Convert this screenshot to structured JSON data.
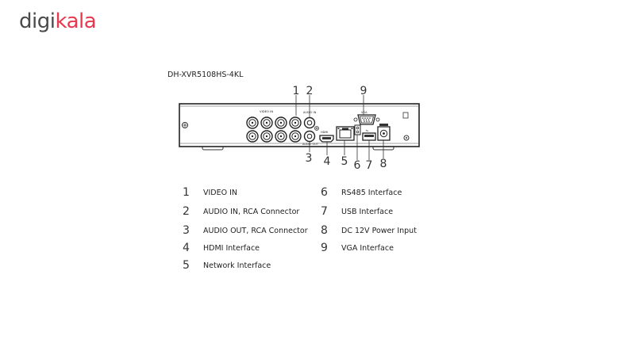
{
  "brand": {
    "logo_part1": "digi",
    "logo_part2": "kala"
  },
  "model": "DH-XVR5108HS-4KL",
  "panel": {
    "video_in_label": "VIDEO IN",
    "audio_in_label": "AUDIO IN",
    "audio_out_label": "AUDIO OUT",
    "hdmi_label": "HDMI",
    "vga_label": "VGA",
    "callouts": [
      "1",
      "2",
      "3",
      "4",
      "5",
      "6",
      "7",
      "8",
      "9"
    ]
  },
  "legend": {
    "left": [
      {
        "num": "1",
        "text": "VIDEO IN"
      },
      {
        "num": "2",
        "text": "AUDIO IN, RCA Connector"
      },
      {
        "num": "3",
        "text": "AUDIO OUT, RCA Connector"
      },
      {
        "num": "4",
        "text": "HDMI Interface"
      },
      {
        "num": "5",
        "text": "Network Interface"
      }
    ],
    "right": [
      {
        "num": "6",
        "text": "RS485 Interface"
      },
      {
        "num": "7",
        "text": "USB Interface"
      },
      {
        "num": "8",
        "text": "DC 12V Power Input"
      },
      {
        "num": "9",
        "text": "VGA Interface"
      }
    ]
  }
}
